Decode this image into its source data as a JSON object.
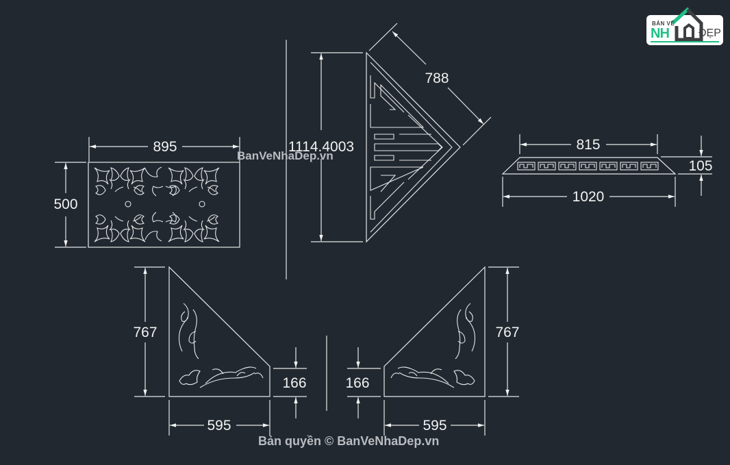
{
  "drawing": {
    "background_color": "#212830",
    "line_color": "#e8e8e8",
    "parts": [
      {
        "name": "rectangular-panel",
        "width_label": "895",
        "height_label": "500"
      },
      {
        "name": "triangular-corner-panel",
        "height_label": "1114.4003",
        "side_label": "788"
      },
      {
        "name": "trapezoid-frieze",
        "top_width_label": "815",
        "bottom_width_label": "1020",
        "height_label": "105"
      },
      {
        "name": "left-bracket",
        "height_label": "767",
        "base_label": "595",
        "end_height_label": "166"
      },
      {
        "name": "right-bracket",
        "height_label": "767",
        "base_label": "595",
        "end_height_label": "166"
      }
    ]
  },
  "watermarks": {
    "center": "BanVeNhaDep.vn",
    "copyright": "Bản quyền © BanVeNhaDep.vn"
  },
  "logo": {
    "line1": "BẢN VẼ",
    "line2": "NH",
    "line3": "ĐẸP",
    "accent_color": "#1fbf86"
  }
}
